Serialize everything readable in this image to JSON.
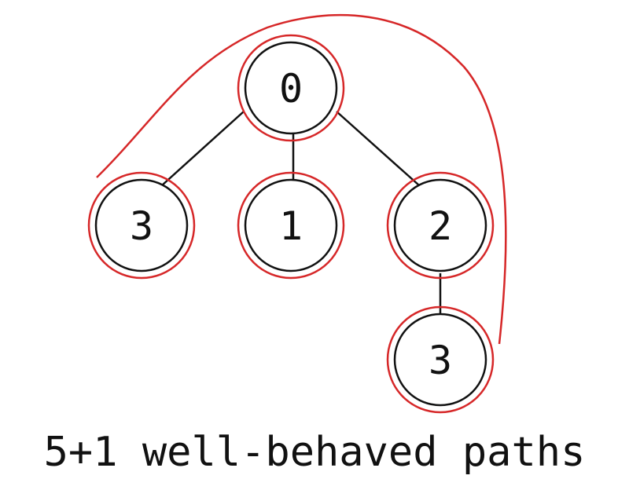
{
  "diagram": {
    "nodes": [
      {
        "id": "root",
        "label": "0"
      },
      {
        "id": "left",
        "label": "3"
      },
      {
        "id": "middle",
        "label": "1"
      },
      {
        "id": "right",
        "label": "2"
      },
      {
        "id": "bottom",
        "label": "3"
      }
    ],
    "edges": [
      [
        "root",
        "left"
      ],
      [
        "root",
        "middle"
      ],
      [
        "root",
        "right"
      ],
      [
        "right",
        "bottom"
      ]
    ],
    "colors": {
      "node_stroke": "#111111",
      "highlight": "#d62728",
      "text": "#111111"
    }
  },
  "caption": "5+1 well-behaved paths"
}
